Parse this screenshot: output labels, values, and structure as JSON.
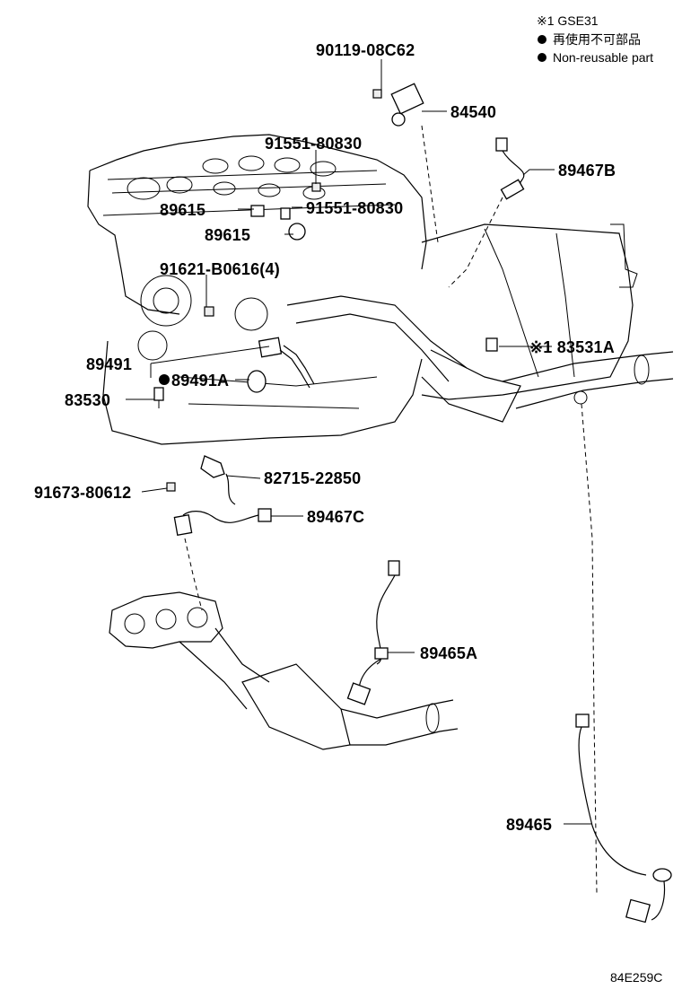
{
  "legend": {
    "note_1": "※1 GSE31",
    "dot_line_1": "再使用不可部品",
    "dot_line_2": "Non-reusable part"
  },
  "labels": {
    "p90119": "90119-08C62",
    "p84540": "84540",
    "p91551a": "91551-80830",
    "p89467b": "89467B",
    "p89615a": "89615",
    "p91551b": "91551-80830",
    "p89615b": "89615",
    "p91621": "91621-B0616(4)",
    "p83531a": "※1 83531A",
    "p89491": "89491",
    "p89491a": "89491A",
    "p83530": "83530",
    "p82715": "82715-22850",
    "p91673": "91673-80612",
    "p89467c": "89467C",
    "p89465a": "89465A",
    "p89465": "89465"
  },
  "figure_code": "84E259C",
  "colors": {
    "ink": "#000000",
    "paper": "#ffffff"
  }
}
